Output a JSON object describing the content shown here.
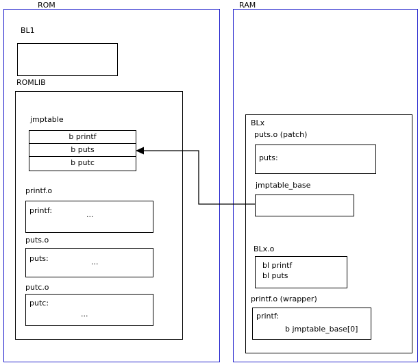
{
  "rom": {
    "label": "ROM",
    "bl1": {
      "label": "BL1"
    },
    "romlib": {
      "label": "ROMLIB",
      "jmptable": {
        "label": "jmptable",
        "entries": [
          "b printf",
          "b puts",
          "b putc"
        ]
      },
      "modules": [
        {
          "label": "printf.o",
          "symbol": "printf:",
          "body": "..."
        },
        {
          "label": "puts.o",
          "symbol": "puts:",
          "body": "..."
        },
        {
          "label": "putc.o",
          "symbol": "putc:",
          "body": "..."
        }
      ]
    }
  },
  "ram": {
    "label": "RAM",
    "blx": {
      "label": "BLx",
      "puts_patch": {
        "label": "puts.o (patch)",
        "symbol": "puts:"
      },
      "jmptable_base": {
        "label": "jmptable_base"
      },
      "blx_o": {
        "label": "BLx.o",
        "lines": [
          "bl printf",
          "bl puts"
        ]
      },
      "printf_wrapper": {
        "label": "printf.o (wrapper)",
        "symbol": "printf:",
        "body": "b jmptable_base[0]"
      }
    }
  },
  "colors": {
    "region_border": "#2222cc",
    "box_border": "#000000",
    "background": "#ffffff",
    "text": "#000000",
    "arrow": "#000000"
  }
}
